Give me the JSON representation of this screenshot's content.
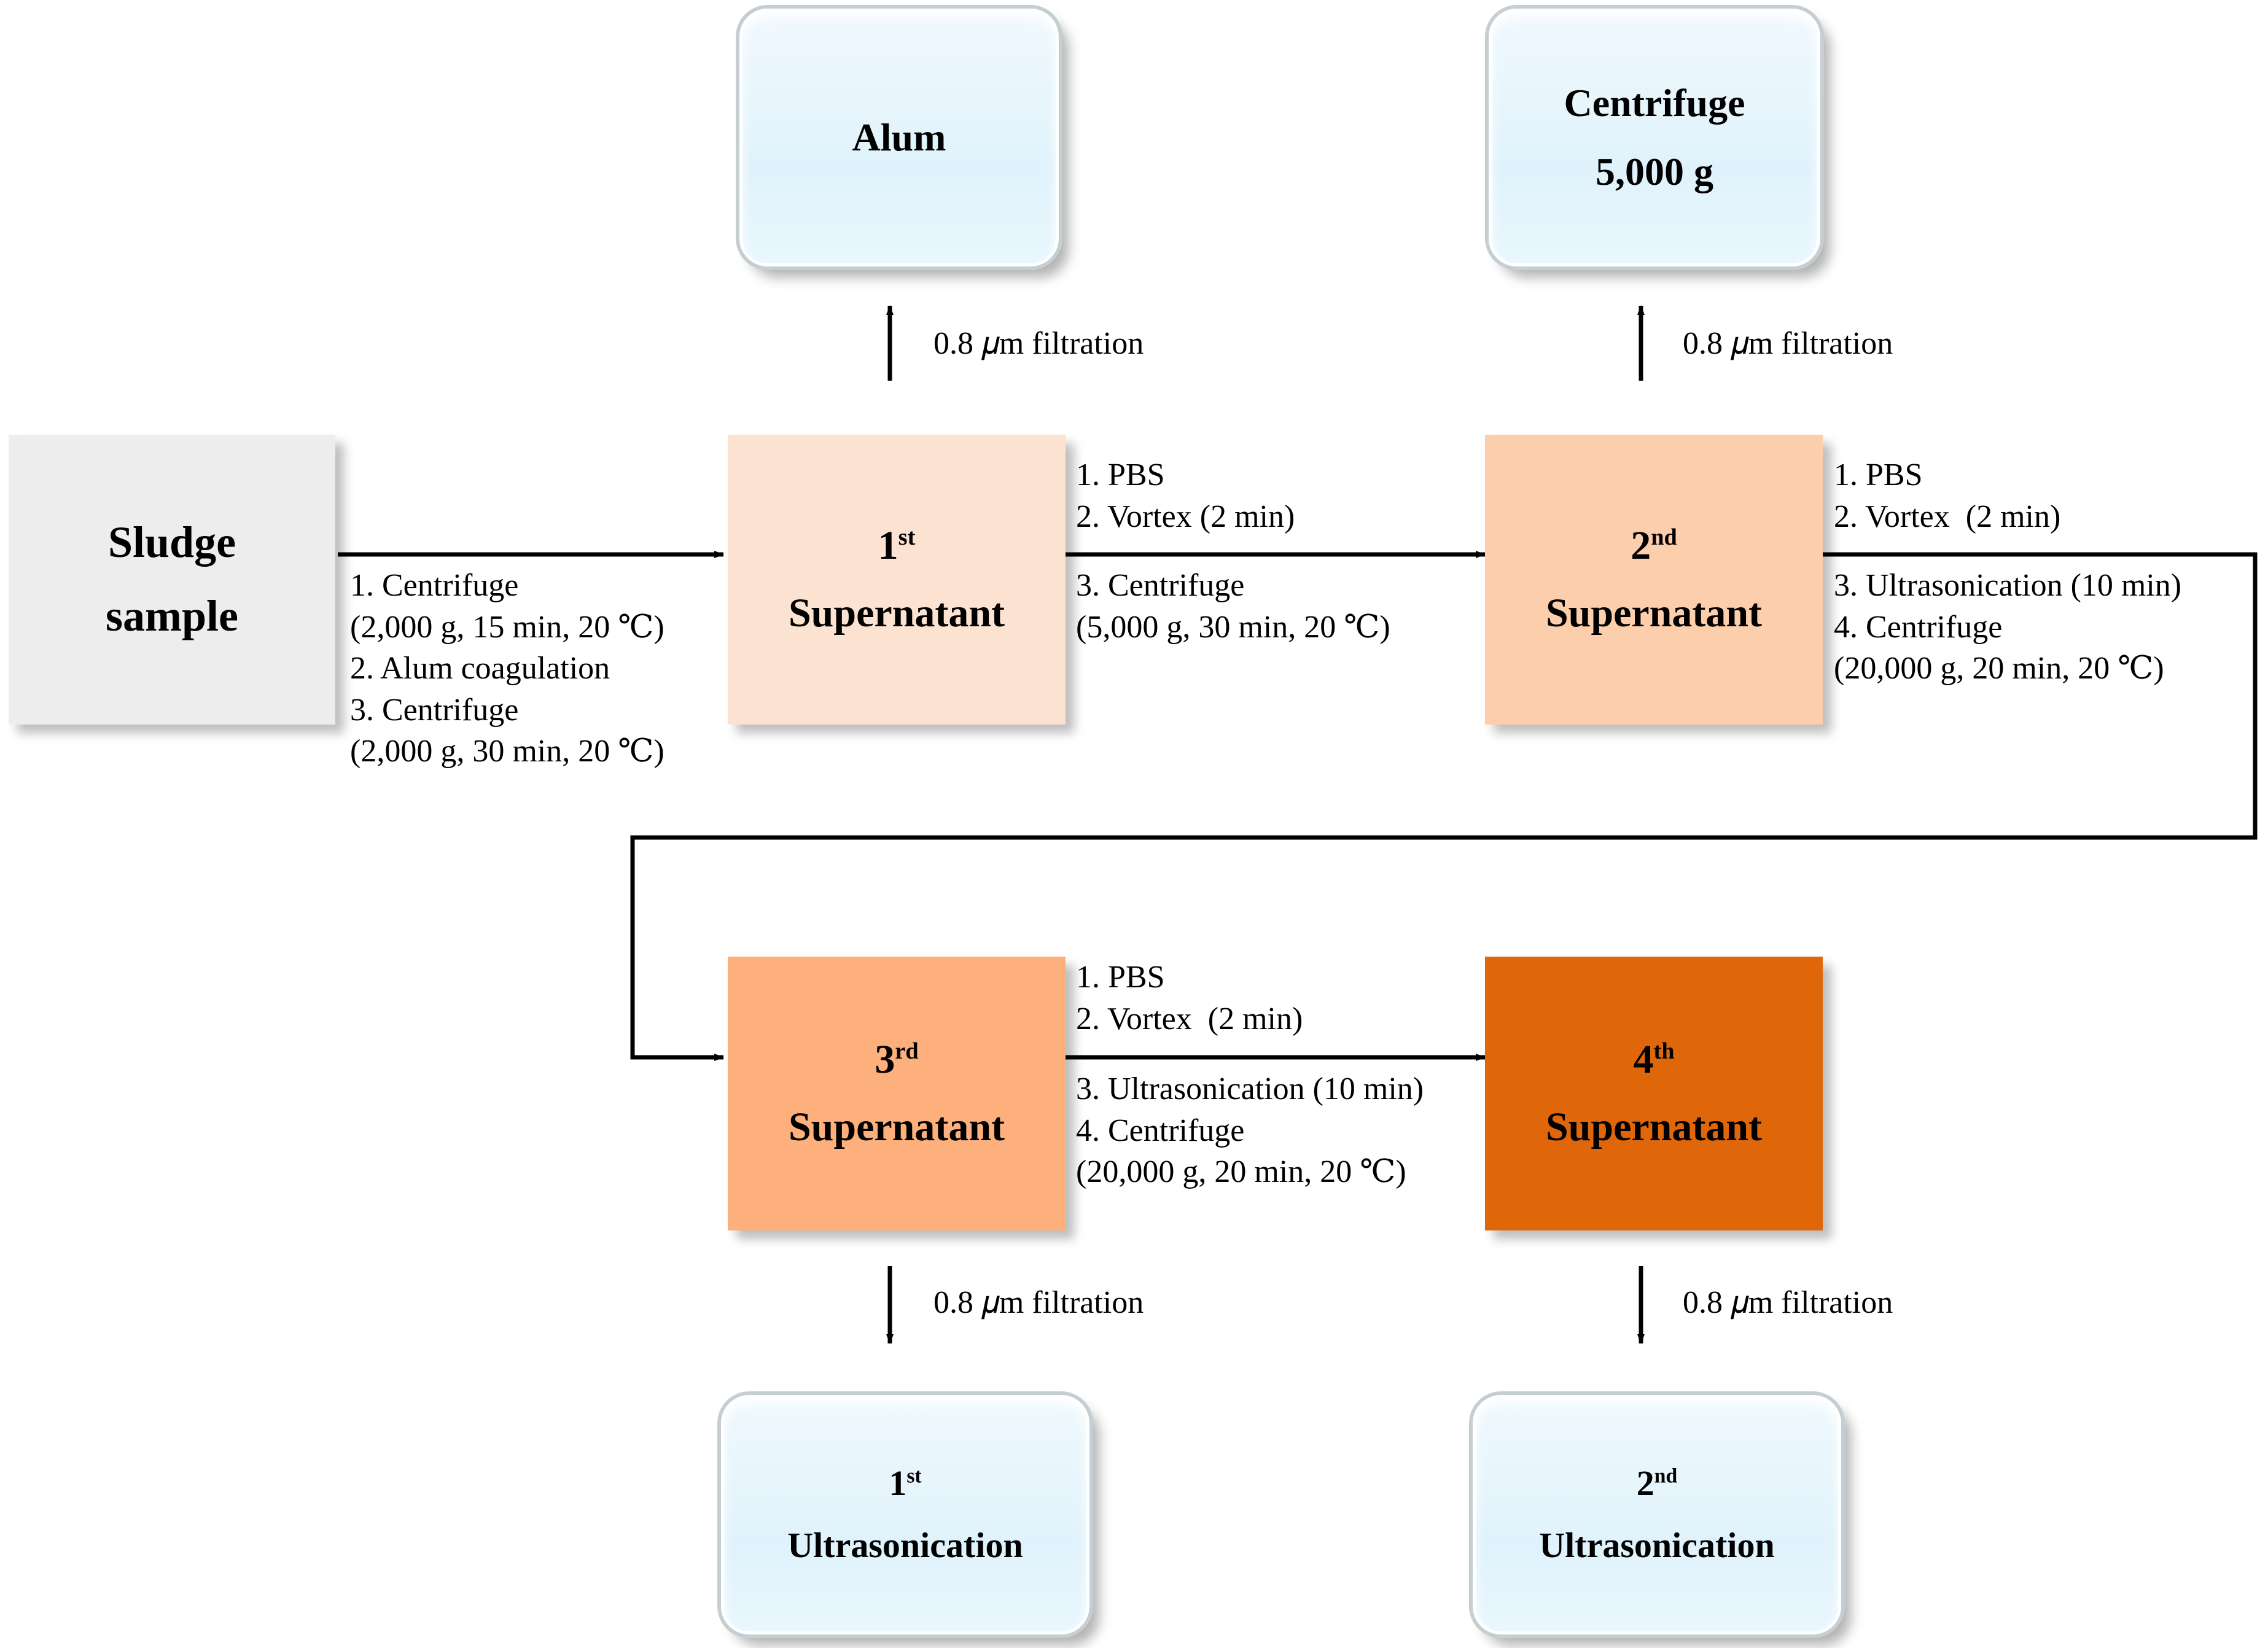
{
  "colors": {
    "sludge_fill": "#EDEDED",
    "sup1_fill": "#FCE2D1",
    "sup2_fill": "#FDCEAB",
    "sup3_fill": "#FDB07C",
    "sup4_fill": "#E0660A",
    "blue_fill": "#E4F5FC",
    "line": "#000000",
    "text": "#000000"
  },
  "boxes": {
    "sludge": {
      "line1": "Sludge",
      "line2": "sample"
    },
    "alum": {
      "line1": "Alum",
      "line2": ""
    },
    "centrifuge": {
      "line1": "Centrifuge",
      "line2": "5,000 g"
    },
    "sup1": {
      "ordinal": "1",
      "suffix": "st",
      "label": "Supernatant"
    },
    "sup2": {
      "ordinal": "2",
      "suffix": "nd",
      "label": "Supernatant"
    },
    "sup3": {
      "ordinal": "3",
      "suffix": "rd",
      "label": "Supernatant"
    },
    "sup4": {
      "ordinal": "4",
      "suffix": "th",
      "label": "Supernatant"
    },
    "ultra1": {
      "ordinal": "1",
      "suffix": "st",
      "label": "Ultrasonication"
    },
    "ultra2": {
      "ordinal": "2",
      "suffix": "nd",
      "label": "Ultrasonication"
    }
  },
  "steps": {
    "sludge_to_sup1": "1. Centrifuge\n(2,000 g, 15 min, 20 ℃)\n2. Alum coagulation\n3. Centrifuge\n(2,000 g, 30 min, 20 ℃)",
    "sup1_to_sup2_above": "1. PBS\n2. Vortex (2 min)",
    "sup1_to_sup2_below": "3. Centrifuge\n(5,000 g, 30 min, 20 ℃)",
    "sup2_to_sup3_above": "1. PBS\n2. Vortex  (2 min)",
    "sup2_to_sup3_below": "3. Ultrasonication (10 min)\n4. Centrifuge\n(20,000 g, 20 min, 20 ℃)",
    "sup3_to_sup4_above": "1. PBS\n2. Vortex  (2 min)",
    "sup3_to_sup4_below": "3. Ultrasonication (10 min)\n4. Centrifuge\n(20,000 g, 20 min, 20 ℃)"
  },
  "captions": {
    "filtration_alum": "0.8 𝜇m filtration",
    "filtration_centrifuge": "0.8 𝜇m filtration",
    "filtration_ultra1": "0.8 𝜇m filtration",
    "filtration_ultra2": "0.8 𝜇m filtration"
  },
  "flow": {
    "type": "process-flowchart",
    "nodes": [
      "Sludge sample",
      "1st Supernatant",
      "2nd Supernatant",
      "3rd Supernatant",
      "4th Supernatant",
      "Alum",
      "Centrifuge 5,000 g",
      "1st Ultrasonication",
      "2nd Ultrasonication"
    ],
    "edges": [
      {
        "from": "Sludge sample",
        "to": "1st Supernatant",
        "label": "1. Centrifuge (2,000 g, 15 min, 20 ℃); 2. Alum coagulation; 3. Centrifuge (2,000 g, 30 min, 20 ℃)"
      },
      {
        "from": "1st Supernatant",
        "to": "2nd Supernatant",
        "label": "1. PBS; 2. Vortex (2 min); 3. Centrifuge (5,000 g, 30 min, 20 ℃)"
      },
      {
        "from": "2nd Supernatant",
        "to": "3rd Supernatant",
        "label": "1. PBS; 2. Vortex (2 min); 3. Ultrasonication (10 min); 4. Centrifuge (20,000 g, 20 min, 20 ℃)"
      },
      {
        "from": "3rd Supernatant",
        "to": "4th Supernatant",
        "label": "1. PBS; 2. Vortex (2 min); 3. Ultrasonication (10 min); 4. Centrifuge (20,000 g, 20 min, 20 ℃)"
      },
      {
        "from": "1st Supernatant",
        "to": "Alum",
        "label": "0.8 μm filtration"
      },
      {
        "from": "2nd Supernatant",
        "to": "Centrifuge 5,000 g",
        "label": "0.8 μm filtration"
      },
      {
        "from": "3rd Supernatant",
        "to": "1st Ultrasonication",
        "label": "0.8 μm filtration"
      },
      {
        "from": "4th Supernatant",
        "to": "2nd Ultrasonication",
        "label": "0.8 μm filtration"
      }
    ]
  }
}
